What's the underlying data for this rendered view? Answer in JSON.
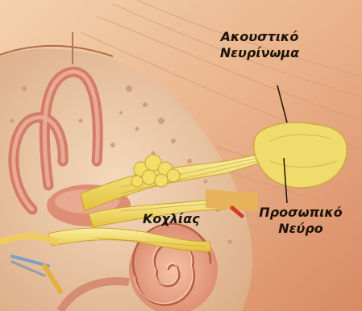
{
  "labels": {
    "acoustic_neuroma_line1": "Ακουστικό",
    "acoustic_neuroma_line2": "Νευρίνωμα",
    "facial_nerve_line1": "Προσωπικό",
    "facial_nerve_line2": "Νεύρο",
    "cochlea": "Κοχλίας"
  },
  "colors": {
    "skin_light": "#f0c8a0",
    "skin_mid": "#e3a27a",
    "bone": "#e9c7a4",
    "canal_red": "#d8867a",
    "nerve_yellow": "#f4e06a",
    "neuroma_yellow": "#f1dd70",
    "background_dark": "#1a0f08"
  }
}
